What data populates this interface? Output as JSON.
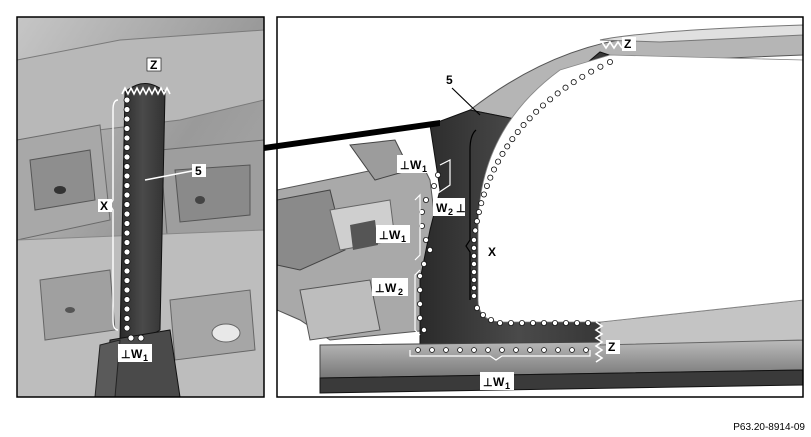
{
  "figure": {
    "id": "P63.20-8914-09"
  },
  "labels": {
    "part_number": "5",
    "seam_x": "X",
    "seam_z": "Z",
    "weld_main": "W",
    "sub_1": "1",
    "sub_2": "2"
  },
  "colors": {
    "frame_border": "#000000",
    "body_grey": "#8c8c8c",
    "dark_pillar": "#3a3a3a",
    "background_grey": "#d4d4d4"
  }
}
